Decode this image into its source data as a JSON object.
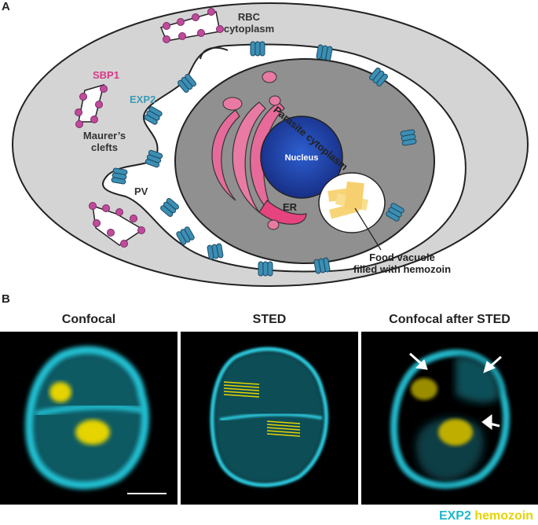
{
  "panel_a": {
    "letter": "A",
    "labels": {
      "rbc": [
        "RBC",
        "cytoplasm"
      ],
      "sbp1": "SBP1",
      "exp2": "EXP2",
      "maurers": [
        "Maurer’s",
        "clefts"
      ],
      "pv": "PV",
      "parasite": "Parasite cytoplasm",
      "nucleus": "Nucleus",
      "er": "ER",
      "food": [
        "Food vacuole",
        "filled with hemozoin"
      ]
    },
    "colors": {
      "rbc_fill": "#d4d4d4",
      "parasite_fill": "#8f8f8f",
      "nucleus": "#1f3e9e",
      "er": "#e76b9a",
      "sbp1": "#c0459b",
      "exp2": "#3c8fb4",
      "hemozoin": "#f5d060"
    }
  },
  "panel_b": {
    "letter": "B",
    "titles": [
      "Confocal",
      "STED",
      "Confocal after STED"
    ],
    "legend": {
      "exp2": "EXP2",
      "hemozoin": "hemozoin"
    },
    "colors": {
      "exp2": "#1fb8c9",
      "hemozoin": "#e6d400"
    }
  }
}
